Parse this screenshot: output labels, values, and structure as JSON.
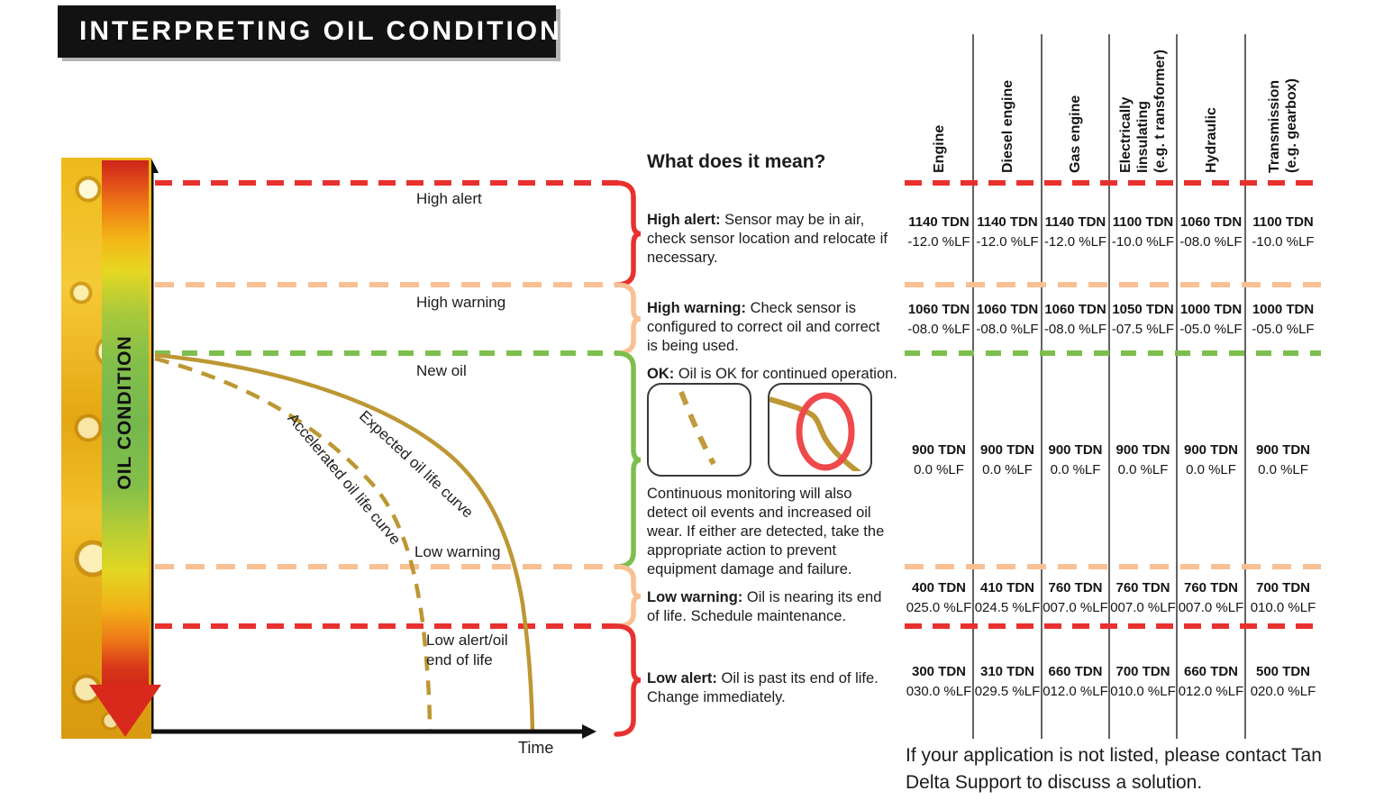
{
  "title": "INTERPRETING OIL CONDITION",
  "chart": {
    "y_axis_label": "OIL CONDITION",
    "x_axis_label": "Time",
    "zones": [
      {
        "id": "high-alert",
        "label": "High alert",
        "color": "#e8312f"
      },
      {
        "id": "high-warning",
        "label": "High warning",
        "color": "#f9c094"
      },
      {
        "id": "new-oil",
        "label": "New oil",
        "color": "#7dbf4c"
      },
      {
        "id": "low-warning",
        "label": "Low warning",
        "color": "#f9c094"
      },
      {
        "id": "low-alert",
        "label": "Low alert/oil\nend of life",
        "color": "#e8312f"
      }
    ],
    "curve_labels": {
      "expected": "Expected oil life curve",
      "accelerated": "Accelerated oil life curve"
    }
  },
  "explanations": {
    "heading": "What does it mean?",
    "high_alert": {
      "lead": "High alert:",
      "text": " Sensor may be in air, check sensor location and relocate if necessary."
    },
    "high_warning": {
      "lead": "High warning:",
      "text": " Check sensor is configured to correct oil and correct is being used."
    },
    "ok": {
      "lead": "OK:",
      "text": " Oil is OK for continued operation."
    },
    "monitoring_note": "Continuous monitoring will also detect oil events and increased oil wear. If either are detected, take the appropriate action to prevent equipment damage and failure.",
    "low_warning": {
      "lead": "Low warning:",
      "text": " Oil is nearing its end of life. Schedule maintenance."
    },
    "low_alert": {
      "lead": "Low alert:",
      "text": " Oil is past its end of life. Change immediately."
    }
  },
  "table": {
    "columns": [
      "Engine",
      "Diesel engine",
      "Gas engine",
      "Electrically\nIinsulating\n(e.g. t ransformer)",
      "Hydraulic",
      "Transmission\n(e.g. gearbox)"
    ],
    "rows": [
      {
        "id": "high-alert",
        "cells": [
          [
            "1140 TDN",
            "-12.0 %LF"
          ],
          [
            "1140 TDN",
            "-12.0 %LF"
          ],
          [
            "1140 TDN",
            "-12.0 %LF"
          ],
          [
            "1100 TDN",
            "-10.0 %LF"
          ],
          [
            "1060 TDN",
            "-08.0 %LF"
          ],
          [
            "1100 TDN",
            "-10.0 %LF"
          ]
        ]
      },
      {
        "id": "high-warning",
        "cells": [
          [
            "1060 TDN",
            "-08.0 %LF"
          ],
          [
            "1060 TDN",
            "-08.0 %LF"
          ],
          [
            "1060 TDN",
            "-08.0 %LF"
          ],
          [
            "1050 TDN",
            "-07.5 %LF"
          ],
          [
            "1000 TDN",
            "-05.0 %LF"
          ],
          [
            "1000 TDN",
            "-05.0 %LF"
          ]
        ]
      },
      {
        "id": "ok",
        "cells": [
          [
            "900 TDN",
            "0.0 %LF"
          ],
          [
            "900 TDN",
            "0.0 %LF"
          ],
          [
            "900 TDN",
            "0.0 %LF"
          ],
          [
            "900 TDN",
            "0.0 %LF"
          ],
          [
            "900 TDN",
            "0.0 %LF"
          ],
          [
            "900 TDN",
            "0.0 %LF"
          ]
        ]
      },
      {
        "id": "low-warning",
        "cells": [
          [
            "400 TDN",
            "025.0 %LF"
          ],
          [
            "410 TDN",
            "024.5 %LF"
          ],
          [
            "760 TDN",
            "007.0 %LF"
          ],
          [
            "760 TDN",
            "007.0 %LF"
          ],
          [
            "760 TDN",
            "007.0 %LF"
          ],
          [
            "700 TDN",
            "010.0 %LF"
          ]
        ]
      },
      {
        "id": "low-alert",
        "cells": [
          [
            "300 TDN",
            "030.0 %LF"
          ],
          [
            "310 TDN",
            "029.5 %LF"
          ],
          [
            "660 TDN",
            "012.0 %LF"
          ],
          [
            "700 TDN",
            "010.0 %LF"
          ],
          [
            "660 TDN",
            "012.0 %LF"
          ],
          [
            "500 TDN",
            "020.0 %LF"
          ]
        ]
      }
    ]
  },
  "footer": "If your application is not listed, please contact Tan Delta Support to discuss a solution.",
  "colors": {
    "alert_red": "#e8312f",
    "warning_peach": "#f9c094",
    "ok_green": "#7dbf4c",
    "curve_gold": "#bd9733",
    "event_ring_red": "#f0494b",
    "banner_black": "#121212"
  }
}
